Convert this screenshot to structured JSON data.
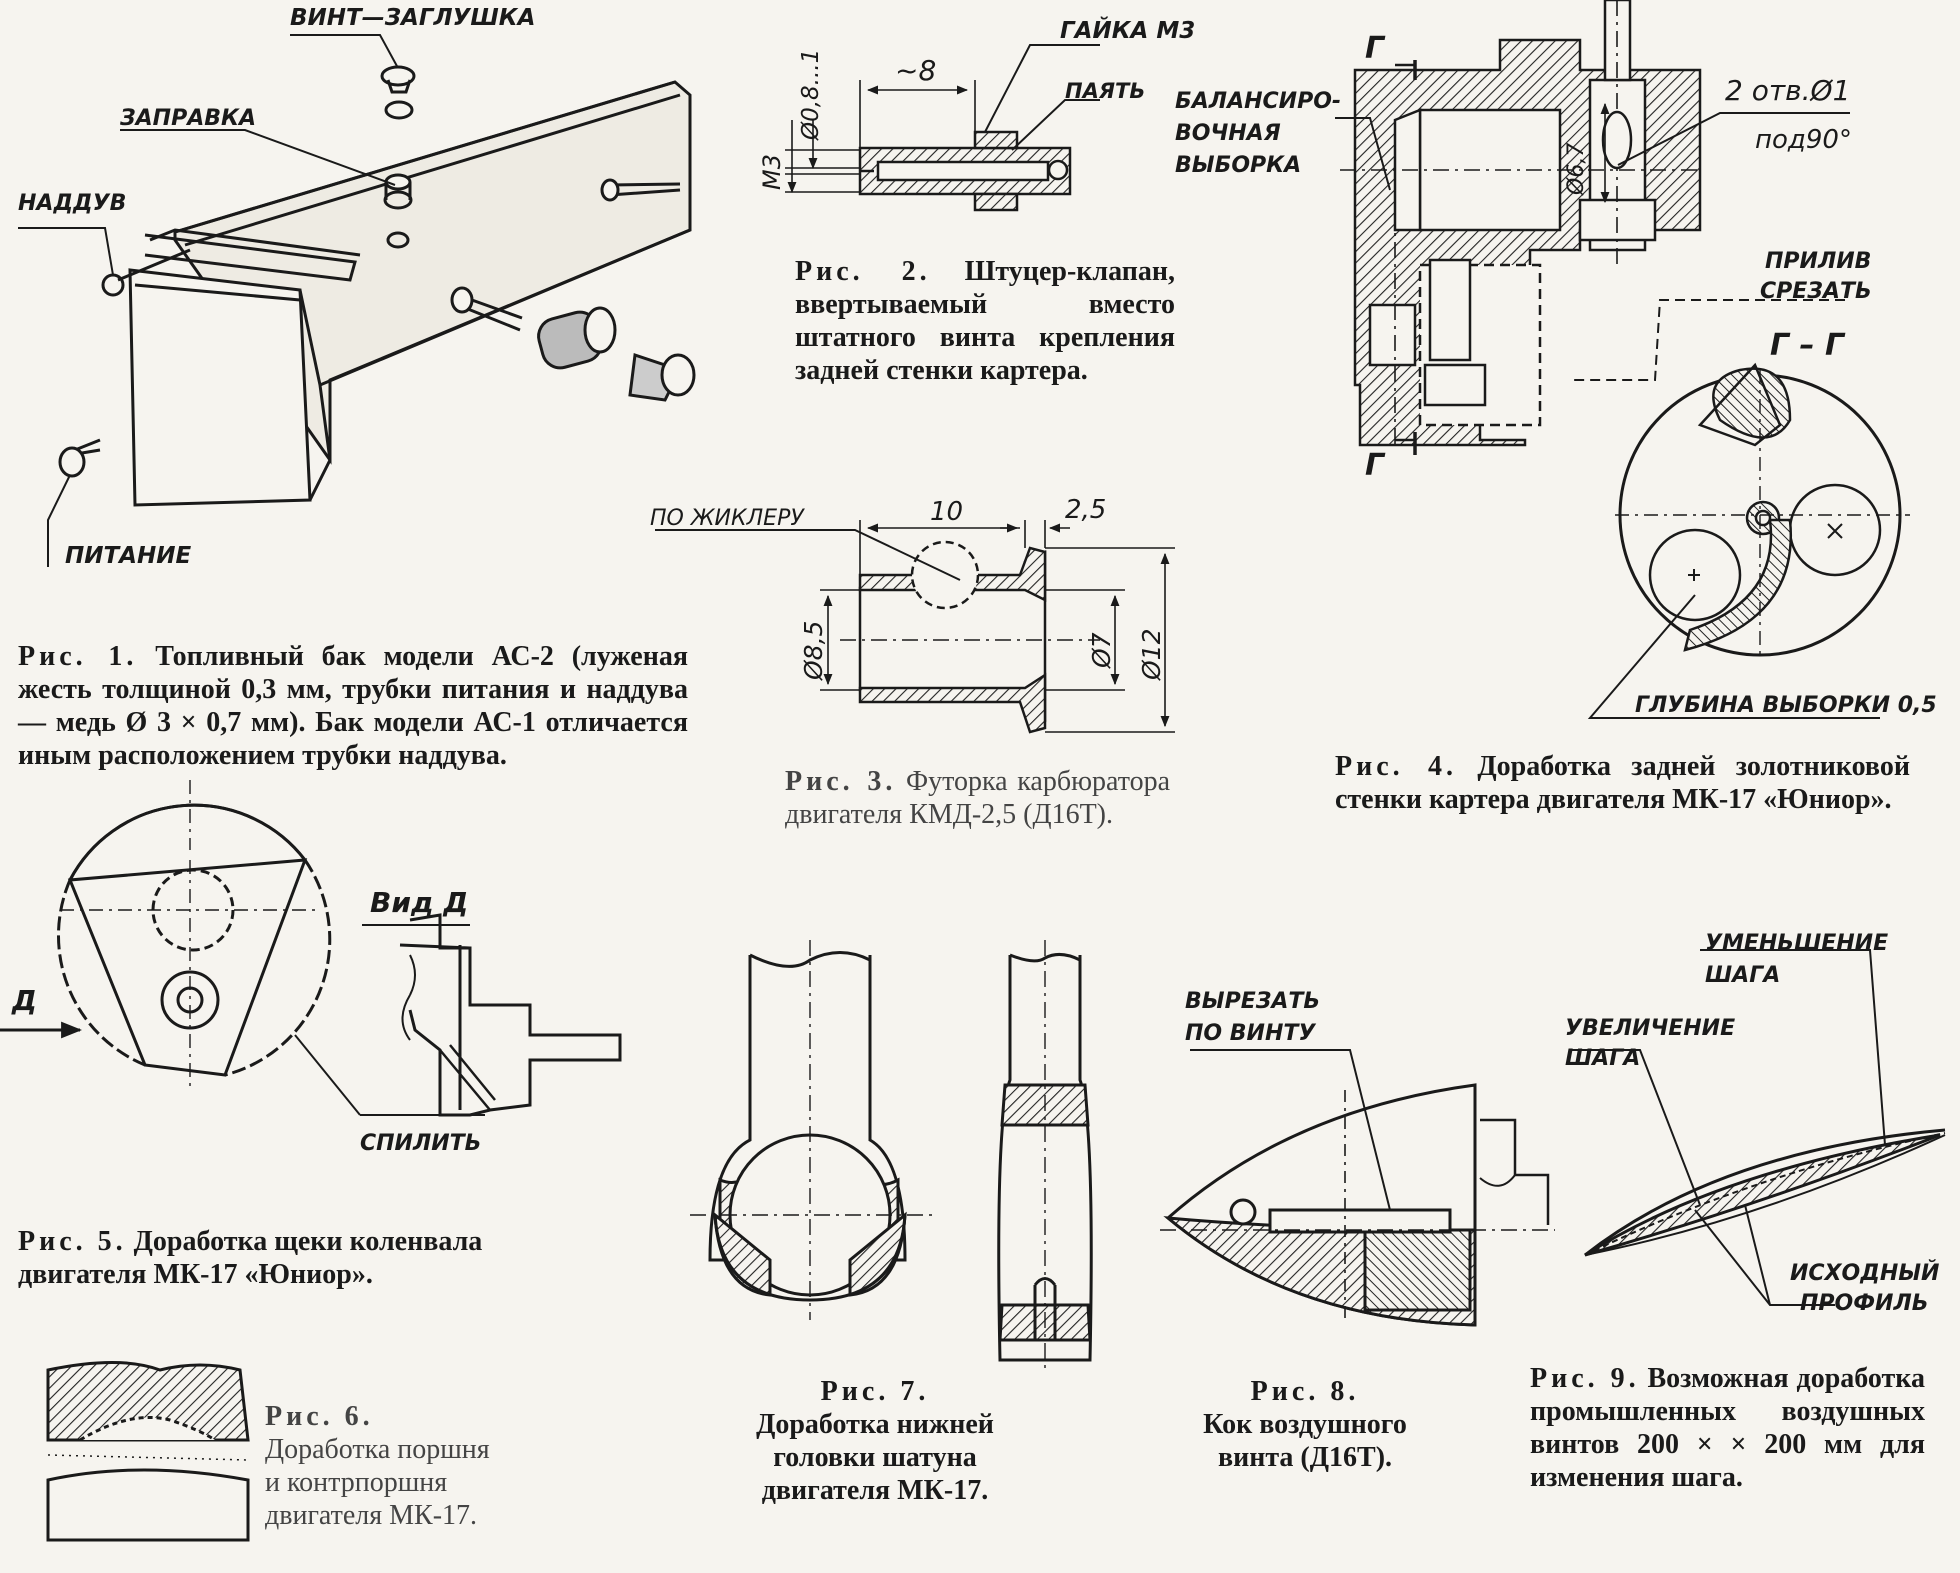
{
  "fig1": {
    "labels": {
      "vint_zaglushka": "ВИНТ—ЗАГЛУШКА",
      "zapravka": "ЗАПРАВКА",
      "nadduv": "НАДДУВ",
      "pitanie": "ПИТАНИЕ"
    },
    "caption_num": "Рис. 1.",
    "caption": "Топливный бак модели АС-2 (луженая жесть толщиной 0,3 мм, трубки питания и наддува — медь Ø 3 × 0,7 мм). Бак модели АС-1 отличается иным расположением трубки наддува."
  },
  "fig2": {
    "labels": {
      "gaika": "ГАЙКА М3",
      "payat": "ПАЯТЬ",
      "len": "~8",
      "dia": "Ø0,8...1",
      "m3": "М3"
    },
    "caption_num": "Рис. 2.",
    "caption": "Штуцер-клапан, ввертываемый вместо штатного винта крепления задней стенки картера."
  },
  "fig3": {
    "labels": {
      "po_zhikleru": "ПО ЖИКЛЕРУ",
      "d10": "10",
      "d25": "2,5",
      "d85": "Ø8,5",
      "d7": "Ø7",
      "d12": "Ø12"
    },
    "caption_num": "Рис. 3.",
    "caption": "Футорка карбюратора двигателя КМД-2,5 (Д16Т)."
  },
  "fig4": {
    "labels": {
      "g1": "Г",
      "g2": "Г",
      "balans": [
        "БАЛАНСИРО-",
        "ВОЧНАЯ",
        "ВЫБОРКА"
      ],
      "otv": "2 отв.Ø1",
      "pod90": "под90°",
      "d67": "Ø6,7",
      "priliv": [
        "ПРИЛИВ",
        "СРЕЗАТЬ"
      ],
      "section": "Г – Г",
      "glubina": "ГЛУБИНА ВЫБОРКИ 0,5"
    },
    "caption_num": "Рис. 4.",
    "caption": "Доработка задней золотниковой стенки картера двигателя МК-17 «Юниор»."
  },
  "fig5": {
    "labels": {
      "vid": "Вид Д",
      "d": "Д",
      "spilit": "СПИЛИТЬ"
    },
    "caption_num": "Рис. 5.",
    "caption": "Доработка щеки коленвала двигателя МК-17 «Юниор»."
  },
  "fig6": {
    "caption_num": "Рис. 6.",
    "caption": [
      "Доработка поршня",
      "и контрпоршня",
      "двигателя МК-17."
    ]
  },
  "fig7": {
    "caption_num": "Рис. 7.",
    "caption": "Доработка нижней головки шатуна двигателя МК-17."
  },
  "fig8": {
    "labels": {
      "vyrezat": [
        "ВЫРЕЗАТЬ",
        "ПО ВИНТУ"
      ]
    },
    "caption_num": "Рис. 8.",
    "caption": "Кок воздушного винта (Д16Т)."
  },
  "fig9": {
    "labels": {
      "umen": [
        "УМЕНЬШЕНИЕ",
        "ШАГА"
      ],
      "uvel": [
        "УВЕЛИЧЕНИЕ",
        "ШАГА"
      ],
      "ishod": [
        "ИСХОДНЫЙ",
        "ПРОФИЛЬ"
      ]
    },
    "caption_num": "Рис. 9.",
    "caption": "Возможная доработка промышленных воздушных винтов 200 × × 200 мм для изменения шага."
  }
}
